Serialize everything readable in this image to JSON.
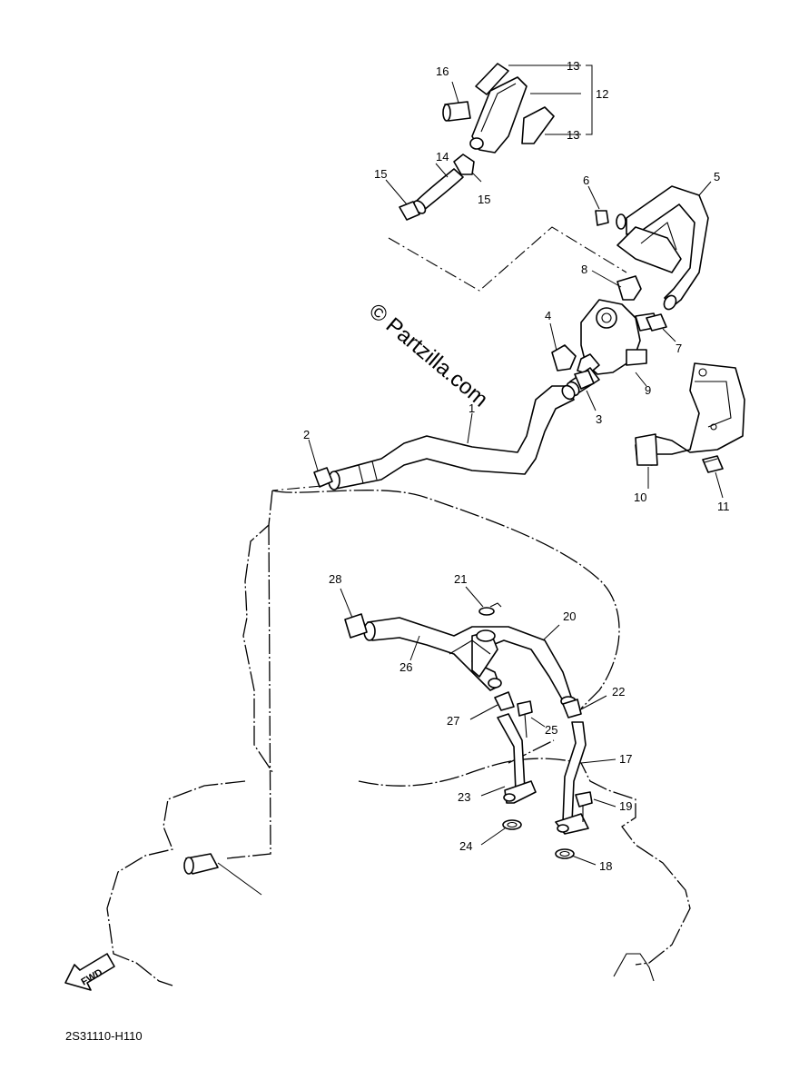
{
  "watermark": "© Partzilla.com",
  "diagram_code": "2S31110-H110",
  "fwd_label": "FWD",
  "callouts": [
    "1",
    "2",
    "3",
    "4",
    "5",
    "6",
    "7",
    "8",
    "9",
    "10",
    "11",
    "12",
    "13",
    "13",
    "14",
    "15",
    "15",
    "16",
    "17",
    "18",
    "19",
    "20",
    "21",
    "22",
    "23",
    "24",
    "25",
    "26",
    "27",
    "28"
  ]
}
